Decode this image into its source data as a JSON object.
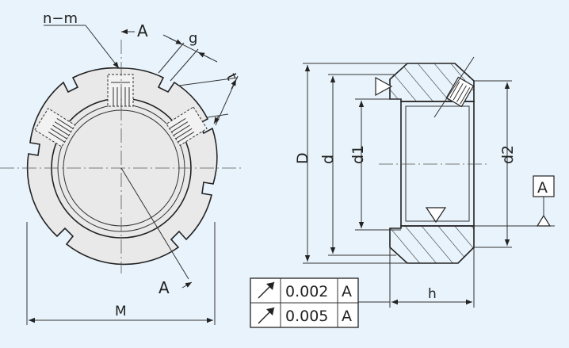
{
  "colors": {
    "background": "#e8f3fb",
    "body_fill": "#e9e9e9",
    "line": "#222222"
  },
  "labels": {
    "n_m": "n−m",
    "section_top": "A",
    "g": "g",
    "t": "t",
    "section_bottom": "A",
    "M": "M",
    "D": "D",
    "d": "d",
    "d1": "d1",
    "d2": "d2",
    "h": "h",
    "datum": "A"
  },
  "tolerances": [
    {
      "symbol": "circular-runout-icon",
      "value": "0.002",
      "datum": "A"
    },
    {
      "symbol": "circular-runout-icon",
      "value": "0.005",
      "datum": "A"
    }
  ]
}
